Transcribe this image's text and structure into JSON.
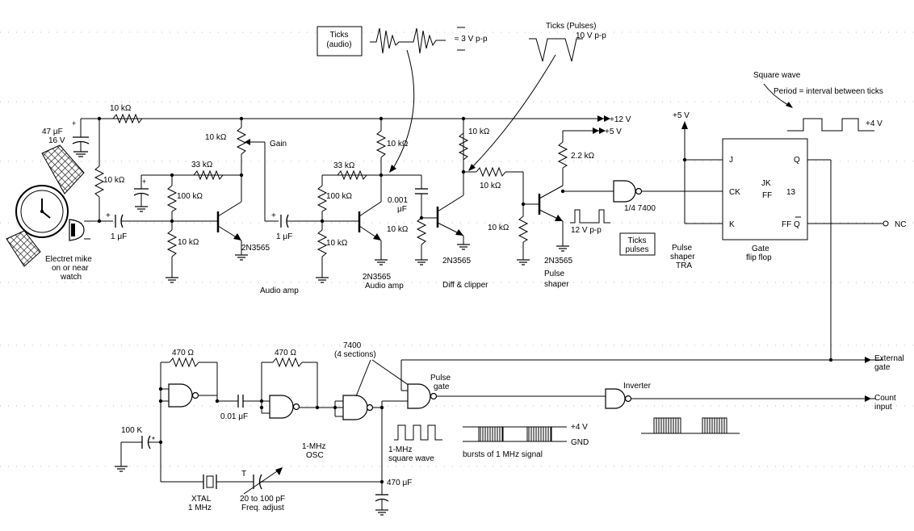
{
  "labels": {
    "ticks_audio_l1": "Ticks",
    "ticks_audio_l2": "(audio)",
    "audio_amplitude": "≈ 3 V p-p",
    "ticks_pulses": "Ticks  (Pulses)",
    "pulses_amplitude": "10 V p-p",
    "square_wave": "Square wave",
    "period": "Period = interval between ticks",
    "v4_top": "+4 V",
    "r10k_top": "10 kΩ",
    "v12": "+12 V",
    "v5_mid": "+5 V",
    "v5_ff": "+5 V",
    "c47_l1": "47 μF",
    "c47_l2": "16 V",
    "r10k_bias": "10 kΩ",
    "r10k_gain": "10 kΩ",
    "gain": "Gain",
    "r33k_1": "33 kΩ",
    "r100k_1": "100 kΩ",
    "r10k_b1": "10 kΩ",
    "c1u_1": "1 μF",
    "plus_1": "+",
    "q1": "2N3565",
    "r10k_c2": "10 kΩ",
    "r33k_2": "33 kΩ",
    "r100k_2": "100 kΩ",
    "c0001_l1": "0.001",
    "c0001_l2": "μF",
    "r10k_b2": "10 kΩ",
    "r10k_diff": "10 kΩ",
    "c1u_2": "1 μF",
    "plus_2": "+",
    "q2_l1": "2N3565",
    "q2_l2": "Audio amp",
    "audio_amp": "Audio amp",
    "r10k_c3": "10 kΩ",
    "r10k_base4": "10 kΩ",
    "r10k_e3": "10 kΩ",
    "q3": "2N3565",
    "diff_clipper": "Diff & clipper",
    "r22k": "2.2 kΩ",
    "nand_quarter": "1/4 7400",
    "v12pp": "12 V p-p",
    "ticks_pulses_box_l1": "Ticks",
    "ticks_pulses_box_l2": "pulses",
    "q4": "2N3565",
    "pulse_shaper_l1": "Pulse",
    "pulse_shaper_l2": "shaper",
    "pulse_shaper_tra_l1": "Pulse",
    "pulse_shaper_tra_l2": "shaper",
    "pulse_shaper_tra_l3": "TRA",
    "ff_j": "J",
    "ff_ck": "CK",
    "ff_k": "K",
    "ff_q": "Q",
    "ff_qbar": "FF Q",
    "ff_jk": "JK",
    "ff_ff": "FF",
    "ff_pin": "13",
    "gate_ff_l1": "Gate",
    "gate_ff_l2": "flip flop",
    "nc": "NC",
    "mike_l1": "Electret mike",
    "mike_l2": "on or near",
    "mike_l3": "watch",
    "r470_1": "470 Ω",
    "r470_2": "470 Ω",
    "nand7400_l1": "7400",
    "nand7400_l2": "(4 sections)",
    "pulse_gate_l1": "Pulse",
    "pulse_gate_l2": "gate",
    "inverter": "Inverter",
    "external_gate_l1": "External",
    "external_gate_l2": "gate",
    "count_input_l1": "Count",
    "count_input_l2": "input",
    "c001": "0.01 μF",
    "r100k_osc": "100 K",
    "asterisk": "*",
    "osc_l1": "1-MHz",
    "osc_l2": "OSC",
    "sq1mhz_l1": "1-MHz",
    "sq1mhz_l2": "square wave",
    "v4_bursts": "+4 V",
    "gnd": "GND",
    "bursts": "bursts of 1 MHz signal",
    "xtal_l1": "XTAL",
    "xtal_l2": "1 MHz",
    "trim_t": "T",
    "trim_l1": "20 to 100 pF",
    "trim_l2": "Freq. adjust",
    "c470u": "470 μF"
  }
}
